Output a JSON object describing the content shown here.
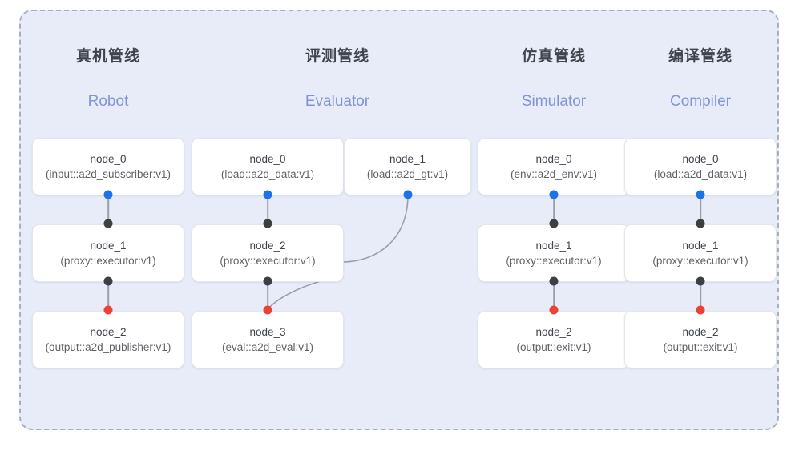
{
  "panel": {
    "background_color": "#e7ecf8",
    "border_color": "#a9afbd",
    "border_style": "dashed"
  },
  "colors": {
    "port_output": "#1a73e8",
    "port_input": "#3c4043",
    "port_terminal": "#ea4335",
    "header_zh": "#40444c",
    "header_en": "#8095d8",
    "wire": "#9aa0ab",
    "node_bg": "#ffffff",
    "node_border": "#e3e6ec"
  },
  "columns": [
    {
      "zh": "真机管线",
      "en": "Robot",
      "nodes": [
        {
          "title": "node_0",
          "sub": "(input::a2d_subscriber:v1)"
        },
        {
          "title": "node_1",
          "sub": "(proxy::executor:v1)"
        },
        {
          "title": "node_2",
          "sub": "(output::a2d_publisher:v1)"
        }
      ]
    },
    {
      "zh": "评测管线",
      "en": "Evaluator",
      "nodes": [
        {
          "title": "node_0",
          "sub": "(load::a2d_data:v1)"
        },
        {
          "title": "node_1",
          "sub": "(load::a2d_gt:v1)"
        },
        {
          "title": "node_2",
          "sub": "(proxy::executor:v1)"
        },
        {
          "title": "node_3",
          "sub": "(eval::a2d_eval:v1)"
        }
      ]
    },
    {
      "zh": "仿真管线",
      "en": "Simulator",
      "nodes": [
        {
          "title": "node_0",
          "sub": "(env::a2d_env:v1)"
        },
        {
          "title": "node_1",
          "sub": "(proxy::executor:v1)"
        },
        {
          "title": "node_2",
          "sub": "(output::exit:v1)"
        }
      ]
    },
    {
      "zh": "编译管线",
      "en": "Compiler",
      "nodes": [
        {
          "title": "node_0",
          "sub": "(load::a2d_data:v1)"
        },
        {
          "title": "node_1",
          "sub": "(proxy::executor:v1)"
        },
        {
          "title": "node_2",
          "sub": "(output::exit:v1)"
        }
      ]
    }
  ]
}
